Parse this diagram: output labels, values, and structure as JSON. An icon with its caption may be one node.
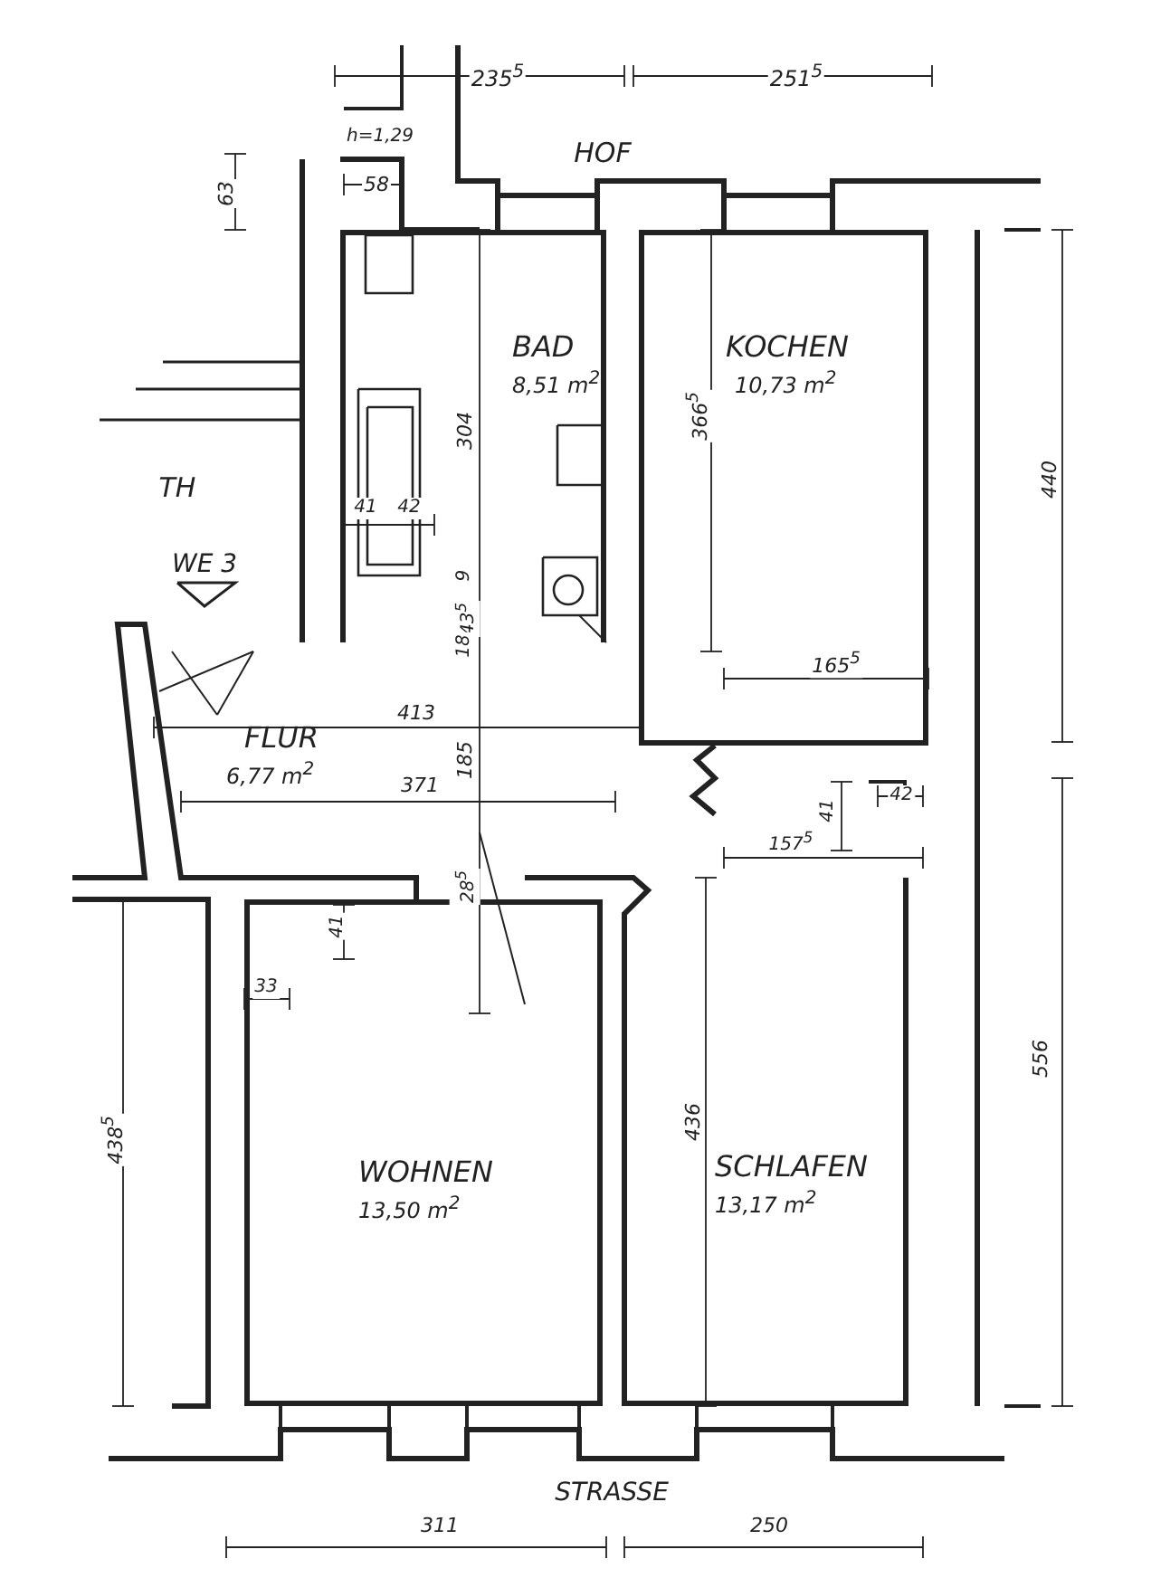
{
  "diagram": {
    "nodes": [
      {
        "text": [
          "BAD",
          "8,51 m$^{2}$"
        ]
      },
      {
        "text": [
          "KOCHEN",
          "10,73 m$^{2}$"
        ]
      },
      {
        "text": [
          "FLUR",
          "6,77 m$^{2}$"
        ]
      },
      {
        "text": [
          "WOHNEN",
          "13,50 m$^{2}$"
        ]
      },
      {
        "text": [
          "SCHLAFEN",
          "13,17 m$^{2}$"
        ]
      }
    ],
    "labels": [
      "235$^{5}$",
      "251$^{5}$",
      "HOF",
      "h=1,29",
      "63",
      "58",
      "304",
      "366$^{5}$",
      "440",
      "TH",
      "41",
      "42",
      "9",
      "WE 3",
      "43$^{5}$",
      "18",
      "165$^{5}$",
      "413",
      "185",
      "371",
      "41",
      "42",
      "157$^{5}$",
      "28$^{5}$",
      "41",
      "33",
      "438$^{5}$",
      "436",
      "556",
      "STRASSE",
      "311",
      "250"
    ]
  }
}
